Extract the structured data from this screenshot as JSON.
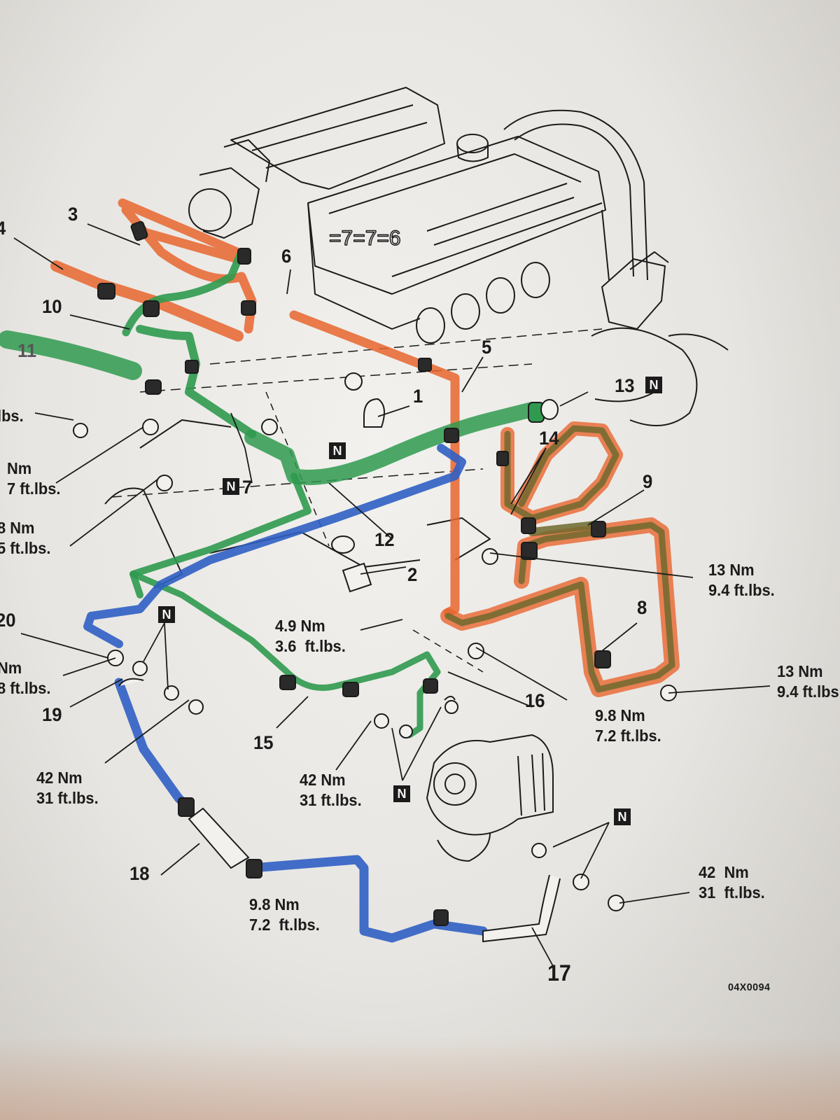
{
  "colors": {
    "orange_line": "#e8652e",
    "green_line": "#2f9a4f",
    "blue_line": "#2f5fc4",
    "olive_line": "#6f6a2e",
    "ink": "#1b1b1b"
  },
  "part_numbers": {
    "p1": "1",
    "p2": "2",
    "p3": "3",
    "p4": "4",
    "p5": "5",
    "p6": "6",
    "p7": "7",
    "p8": "8",
    "p9": "9",
    "p10": "10",
    "p11": "11",
    "p12": "12",
    "p13": "13",
    "p14": "14",
    "p15": "15",
    "p16": "16",
    "p17": "17",
    "p18": "18",
    "p19": "19",
    "p20": "20"
  },
  "badge_letter": "N",
  "torque": {
    "t_left_top": "lbs.",
    "t_left_a": "Nm\n7 ft.lbs.",
    "t_left_b": "8 Nm\n5 ft.lbs.",
    "t_left_c": "Nm\n8 ft.lbs.",
    "t_13a": "13 Nm\n9.4 ft.lbs.",
    "t_13b": "13 Nm\n9.4 ft.lbs.",
    "t_49": "4.9 Nm\n3.6  ft.lbs.",
    "t_98a": "9.8 Nm\n7.2 ft.lbs.",
    "t_98b": "9.8 Nm\n7.2  ft.lbs.",
    "t_42a": "42 Nm\n31 ft.lbs.",
    "t_42b": "42 Nm\n31 ft.lbs.",
    "t_42c": "42  Nm\n31  ft.lbs."
  },
  "figure_code": "04X0094"
}
